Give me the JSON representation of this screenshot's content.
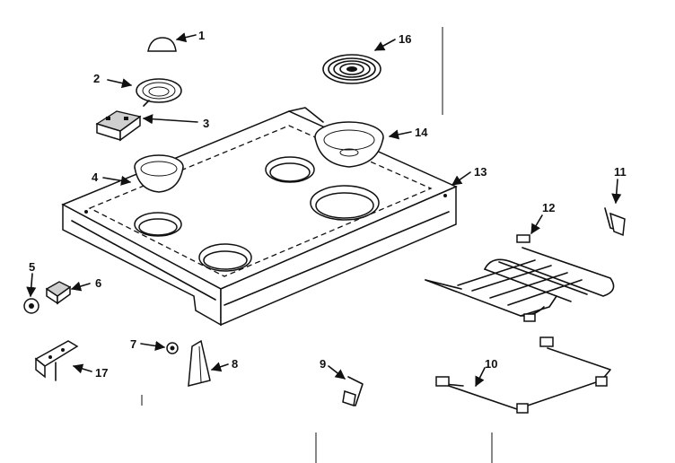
{
  "diagram": {
    "callouts": [
      {
        "id": "part-1",
        "label": "1"
      },
      {
        "id": "part-2",
        "label": "2"
      },
      {
        "id": "part-3",
        "label": "3"
      },
      {
        "id": "part-4",
        "label": "4"
      },
      {
        "id": "part-5",
        "label": "5"
      },
      {
        "id": "part-6",
        "label": "6"
      },
      {
        "id": "part-7",
        "label": "7"
      },
      {
        "id": "part-8",
        "label": "8"
      },
      {
        "id": "part-9",
        "label": "9"
      },
      {
        "id": "part-10",
        "label": "10"
      },
      {
        "id": "part-11",
        "label": "11"
      },
      {
        "id": "part-12",
        "label": "12"
      },
      {
        "id": "part-13",
        "label": "13"
      },
      {
        "id": "part-14",
        "label": "14"
      },
      {
        "id": "part-16",
        "label": "16"
      },
      {
        "id": "part-17",
        "label": "17"
      }
    ]
  }
}
